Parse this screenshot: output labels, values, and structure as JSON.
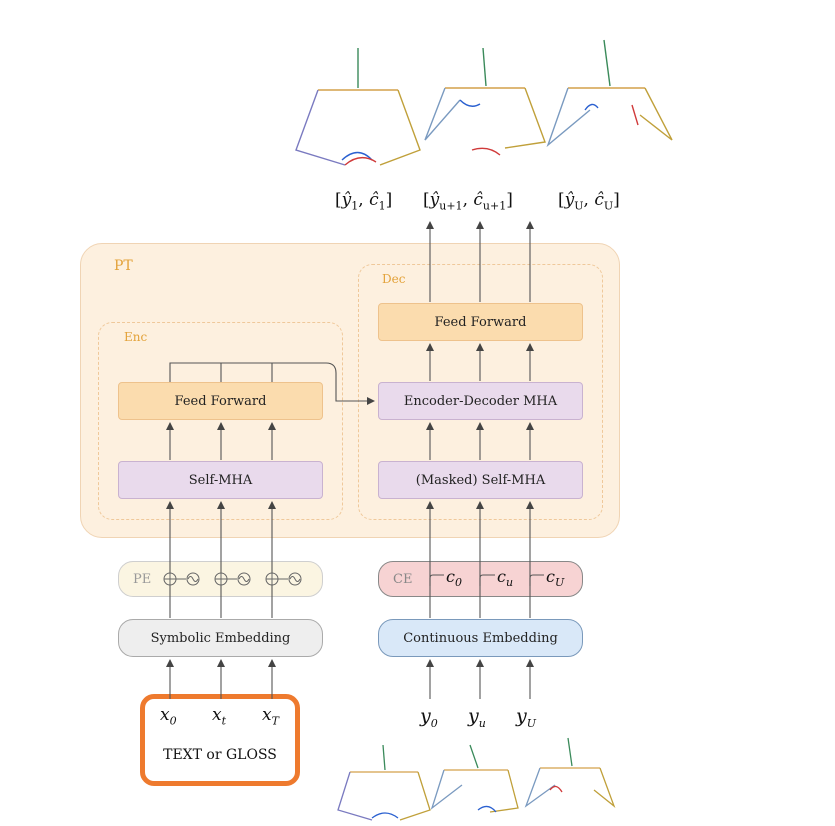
{
  "labels": {
    "pt": "PT",
    "enc": "Enc",
    "dec": "Dec",
    "enc_feed_forward": "Feed Forward",
    "dec_feed_forward": "Feed Forward",
    "self_mha": "Self-MHA",
    "enc_dec_mha": "Encoder-Decoder MHA",
    "masked_self_mha": "(Masked) Self-MHA",
    "pe": "PE",
    "ce": "CE",
    "symbolic_embedding": "Symbolic Embedding",
    "continuous_embedding": "Continuous Embedding",
    "text_or_gloss": "TEXT or GLOSS"
  },
  "inputs_x": [
    {
      "base": "x",
      "sub": "0"
    },
    {
      "base": "x",
      "sub": "t"
    },
    {
      "base": "x",
      "sub": "T"
    }
  ],
  "inputs_y": [
    {
      "base": "y",
      "sub": "0"
    },
    {
      "base": "y",
      "sub": "u"
    },
    {
      "base": "y",
      "sub": "U"
    }
  ],
  "counters": [
    {
      "base": "c",
      "sub": "0"
    },
    {
      "base": "c",
      "sub": "u"
    },
    {
      "base": "c",
      "sub": "U"
    }
  ],
  "outputs": [
    {
      "y_sub": "1",
      "c_sub": "1"
    },
    {
      "y_sub": "u+1",
      "c_sub": "u+1"
    },
    {
      "y_sub": "U",
      "c_sub": "U"
    }
  ],
  "colors": {
    "pt_fill": "#fdf0df",
    "feed_forward": "#fbdcae",
    "mha": "#e9daec",
    "pe": "#fbf5e2",
    "ce": "#f7d3d3",
    "symbolic": "#eeeeee",
    "continuous": "#d9e8f8",
    "text_box_border": "#ee7a2e",
    "tag_text": "#e3a23a"
  }
}
